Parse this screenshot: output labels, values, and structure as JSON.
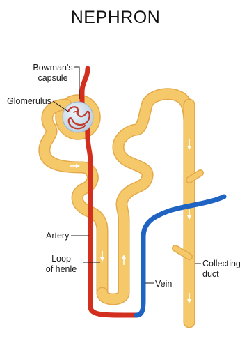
{
  "title": "NEPHRON",
  "labels": {
    "bowmans_capsule": [
      "Bowman's",
      "capsule"
    ],
    "glomerulus": "Glomerulus",
    "artery": "Artery",
    "loop_of_henle": [
      "Loop",
      "of henle"
    ],
    "vein": "Vein",
    "collecting_duct": [
      "Collecting",
      "duct"
    ]
  },
  "colors": {
    "tubule": "#f5c86a",
    "tubule_edge": "#e3a94a",
    "tubule_highlight": "#fce3a6",
    "artery": "#d32f1f",
    "vein": "#1f64c2",
    "capillary_mix": "#7a3aa6",
    "glomerulus_fill": "#cfe0ee",
    "glomerulus_tuft": "#c0392b"
  }
}
